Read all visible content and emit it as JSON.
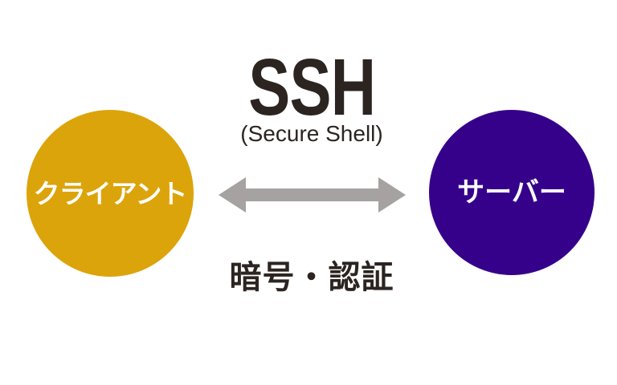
{
  "diagram": {
    "title": "SSH",
    "subtitle": "(Secure Shell)",
    "nodes": [
      {
        "id": "client",
        "label": "クライアント",
        "color": "#DCA40B"
      },
      {
        "id": "server",
        "label": "サーバー",
        "color": "#36018A"
      }
    ],
    "connection": {
      "icon": "double-headed-arrow",
      "color": "#A6A2A1"
    },
    "caption": "暗号・認証",
    "colors": {
      "background": "#FFFFFF",
      "heading_text": "#2B2421",
      "node_label_text": "#FFFFFF"
    }
  }
}
